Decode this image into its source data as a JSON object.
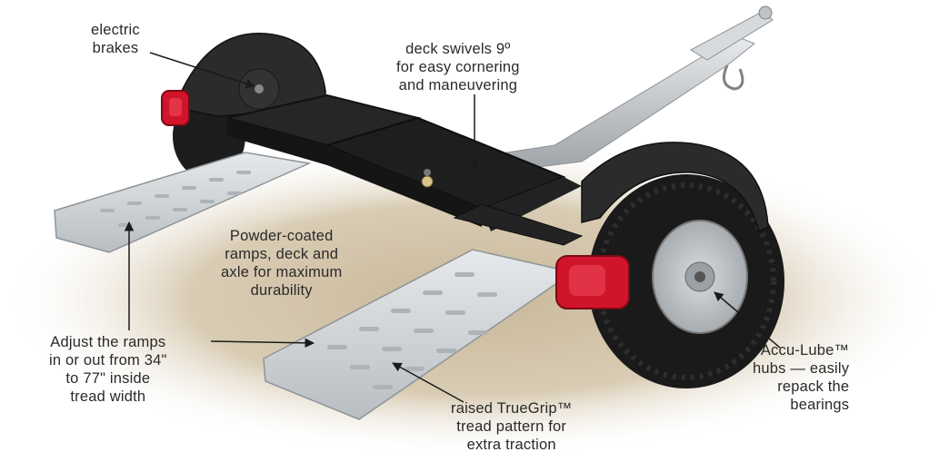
{
  "callouts": {
    "electric_brakes": [
      "electric",
      "brakes"
    ],
    "deck_swivels": [
      "deck swivels 9º",
      "for easy cornering",
      "and maneuvering"
    ],
    "powder_coated": [
      "Powder-coated",
      "ramps, deck and",
      "axle for maximum",
      "durability"
    ],
    "adjust_ramps": [
      "Adjust the ramps",
      "in or out from 34\"",
      "to 77\" inside",
      "tread width"
    ],
    "truegrip": [
      "raised TrueGrip™",
      "tread pattern for",
      "extra traction"
    ],
    "accu_lube": [
      "Accu-Lube™",
      "hubs — easily",
      "repack the",
      "bearings"
    ]
  },
  "colors": {
    "frame_black": "#1e1e1e",
    "fender_black": "#2b2b2b",
    "ramp_silver": "#cfd3d6",
    "tongue_silver": "#c4c8cb",
    "tail_light_red": "#d0142a",
    "ground_tan": "#cdbfa6",
    "label_text": "#2a2a2a"
  }
}
